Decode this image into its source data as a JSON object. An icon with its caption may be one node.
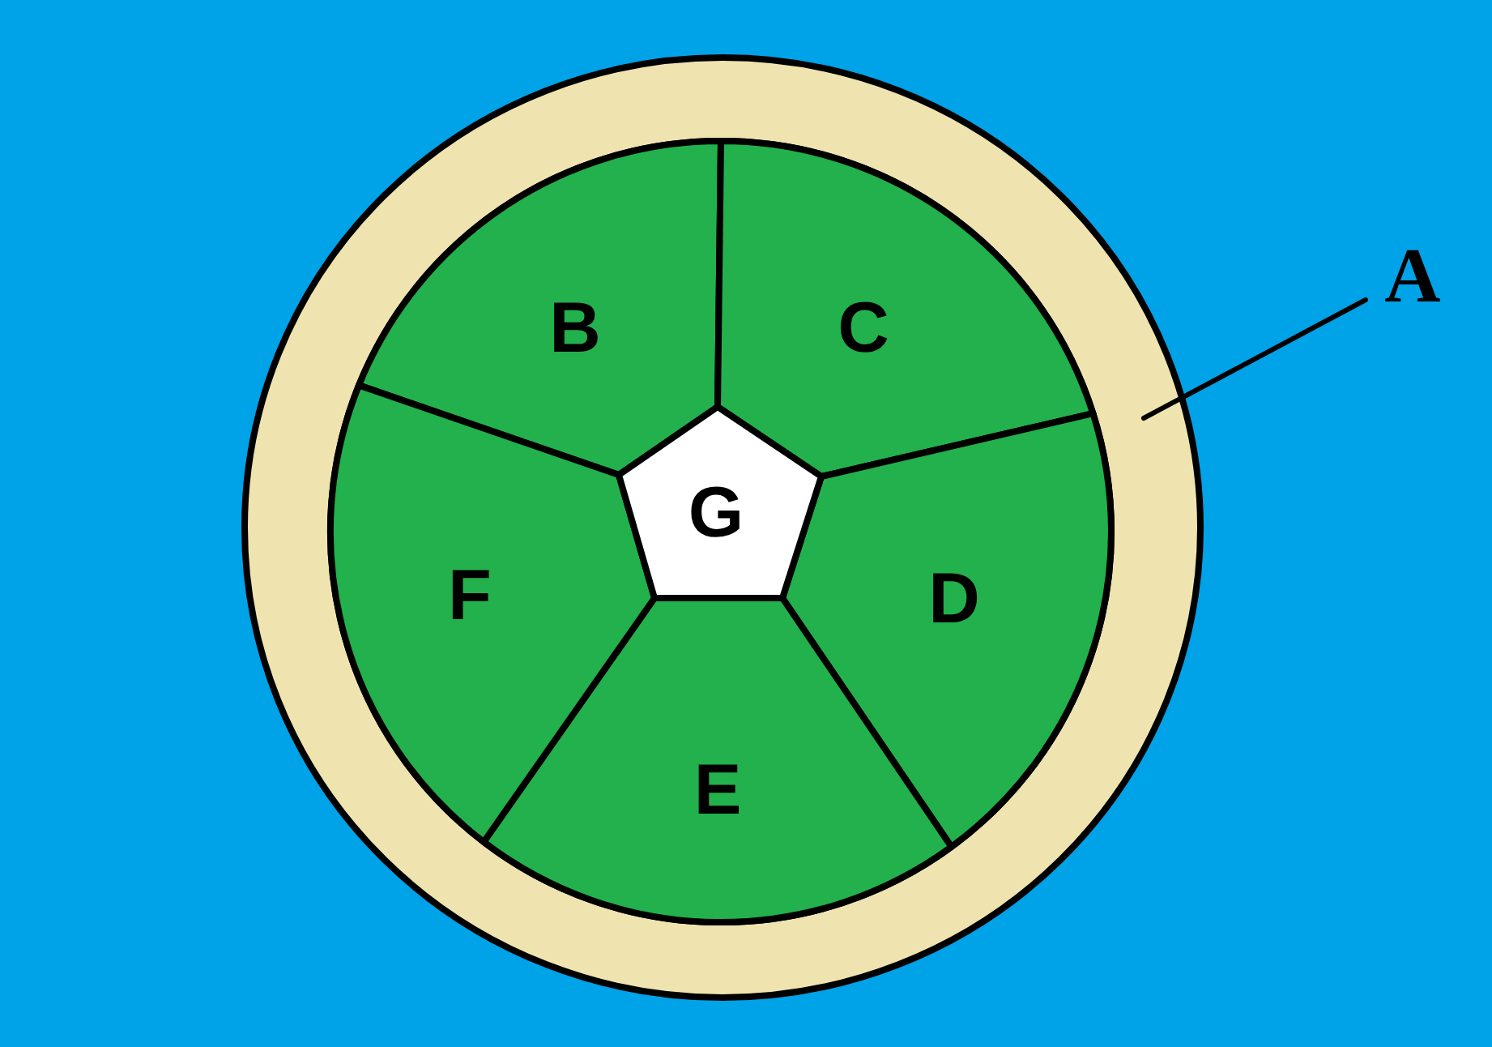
{
  "diagram": {
    "nodes": [
      {
        "text": [],
        "shape": "ring"
      },
      {
        "text": [
          "A"
        ]
      },
      {
        "text": [
          "B"
        ],
        "in": 0
      },
      {
        "text": [
          "C"
        ],
        "in": 0
      },
      {
        "text": [
          "D"
        ],
        "in": 0
      },
      {
        "text": [
          "E"
        ],
        "in": 0
      },
      {
        "text": [
          "F"
        ],
        "in": 0
      },
      {
        "text": [
          "G"
        ],
        "in": 0
      }
    ],
    "edges": [
      {
        "from": 1,
        "to": 0,
        "arrow": "none"
      }
    ]
  }
}
